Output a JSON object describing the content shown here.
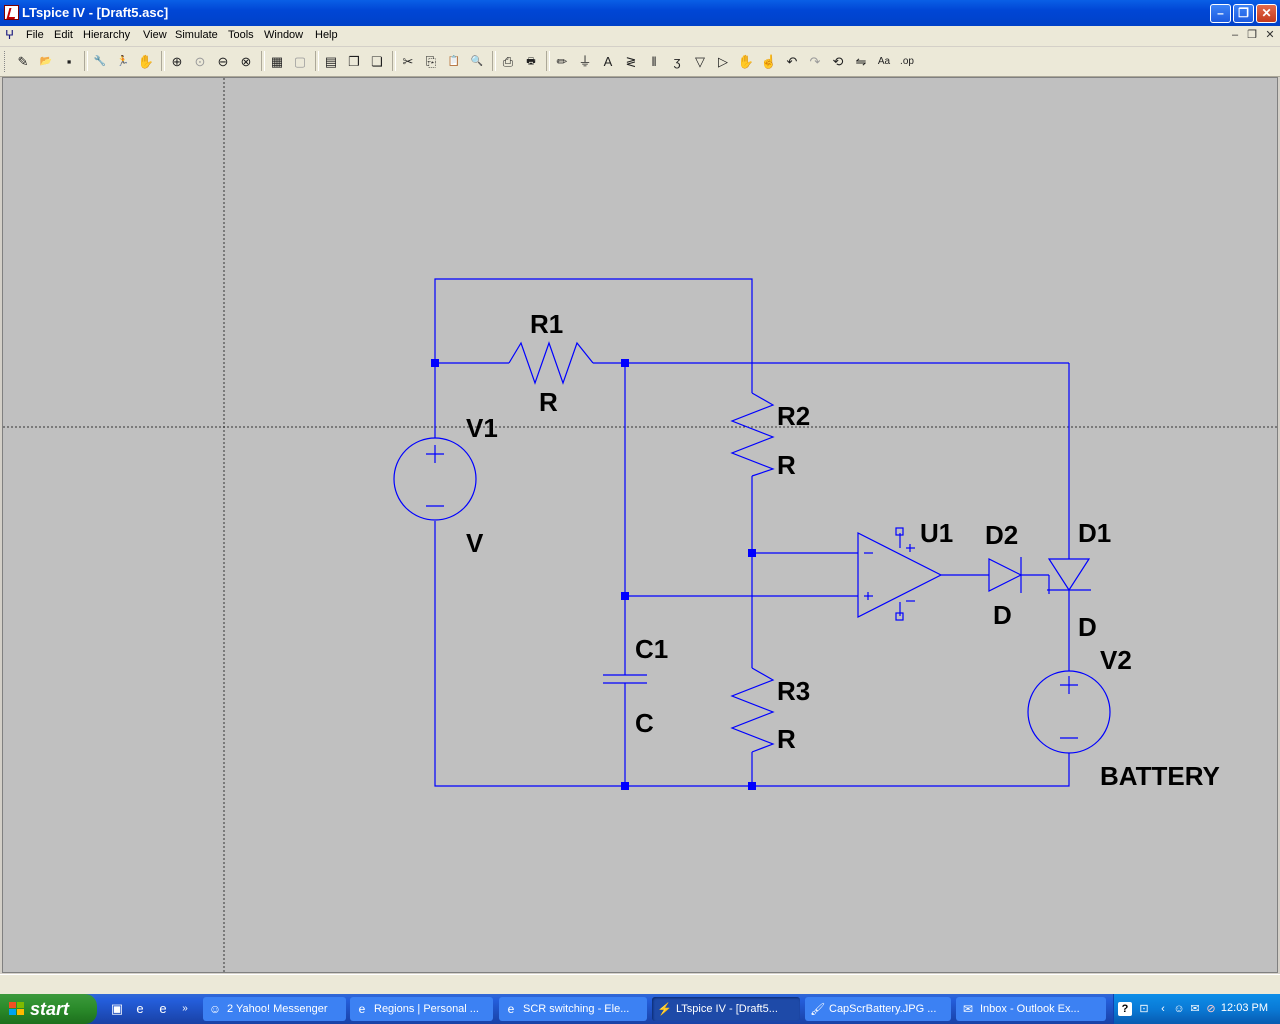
{
  "window": {
    "title": "LTspice IV - [Draft5.asc]",
    "colors": {
      "title_bar": "#0a5fe6",
      "canvas_bg": "#c0c0c0",
      "wire": "#0000ff",
      "label": "#000000"
    }
  },
  "menu": {
    "items": [
      "File",
      "Edit",
      "Hierarchy",
      "View",
      "Simulate",
      "Tools",
      "Window",
      "Help"
    ]
  },
  "toolbar": {
    "buttons": [
      {
        "name": "new-schematic-icon",
        "glyph": "✎"
      },
      {
        "name": "open-icon",
        "glyph": "📂"
      },
      {
        "name": "save-icon",
        "glyph": "▪"
      },
      {
        "name": "control-panel-icon",
        "glyph": "🔧"
      },
      {
        "name": "run-icon",
        "glyph": "🏃"
      },
      {
        "name": "halt-icon",
        "glyph": "✋"
      },
      {
        "name": "zoom-in-icon",
        "glyph": "⊕"
      },
      {
        "name": "zoom-pan-icon",
        "glyph": "⊙"
      },
      {
        "name": "zoom-out-icon",
        "glyph": "⊖"
      },
      {
        "name": "zoom-fit-icon",
        "glyph": "⊗"
      },
      {
        "name": "autorange-icon",
        "glyph": "▦"
      },
      {
        "name": "grid-icon",
        "glyph": "▢"
      },
      {
        "name": "tile-horizontal-icon",
        "glyph": "▤"
      },
      {
        "name": "cascade-icon",
        "glyph": "❐"
      },
      {
        "name": "close-window-icon",
        "glyph": "❏"
      },
      {
        "name": "cut-icon",
        "glyph": "✂"
      },
      {
        "name": "copy-icon",
        "glyph": "⎘"
      },
      {
        "name": "paste-icon",
        "glyph": "📋"
      },
      {
        "name": "find-icon",
        "glyph": "🔍"
      },
      {
        "name": "print-setup-icon",
        "glyph": "⎙"
      },
      {
        "name": "print-icon",
        "glyph": "🖶"
      },
      {
        "name": "wire-icon",
        "glyph": "✏"
      },
      {
        "name": "ground-icon",
        "glyph": "⏚"
      },
      {
        "name": "label-net-icon",
        "glyph": "A"
      },
      {
        "name": "resistor-icon",
        "glyph": "≷"
      },
      {
        "name": "capacitor-icon",
        "glyph": "‖"
      },
      {
        "name": "inductor-icon",
        "glyph": "ʒ"
      },
      {
        "name": "diode-icon",
        "glyph": "▽"
      },
      {
        "name": "component-icon",
        "glyph": "▷"
      },
      {
        "name": "move-icon",
        "glyph": "✋"
      },
      {
        "name": "drag-icon",
        "glyph": "☝"
      },
      {
        "name": "undo-icon",
        "glyph": "↶"
      },
      {
        "name": "redo-icon",
        "glyph": "↷"
      },
      {
        "name": "rotate-icon",
        "glyph": "⟲"
      },
      {
        "name": "mirror-icon",
        "glyph": "⇋"
      },
      {
        "name": "text-icon",
        "glyph": "Aa"
      },
      {
        "name": "spice-directive-icon",
        "glyph": ".op"
      }
    ]
  },
  "schematic": {
    "components": [
      {
        "ref": "R1",
        "value": "R"
      },
      {
        "ref": "R2",
        "value": "R"
      },
      {
        "ref": "R3",
        "value": "R"
      },
      {
        "ref": "C1",
        "value": "C"
      },
      {
        "ref": "V1",
        "value": "V"
      },
      {
        "ref": "V2",
        "value": "BATTERY"
      },
      {
        "ref": "U1",
        "value": ""
      },
      {
        "ref": "D1",
        "value": "D"
      },
      {
        "ref": "D2",
        "value": "D"
      }
    ]
  },
  "taskbar": {
    "start_label": "start",
    "tasks": [
      {
        "label": "2 Yahoo! Messenger",
        "icon": "☺"
      },
      {
        "label": "Regions | Personal ...",
        "icon": "e"
      },
      {
        "label": "SCR switching - Ele...",
        "icon": "e"
      },
      {
        "label": "LTspice IV - [Draft5...",
        "icon": "⚡"
      },
      {
        "label": "CapScrBattery.JPG ...",
        "icon": "🖌"
      },
      {
        "label": "Inbox - Outlook Ex...",
        "icon": "✉"
      }
    ],
    "clock": "12:03 PM"
  }
}
